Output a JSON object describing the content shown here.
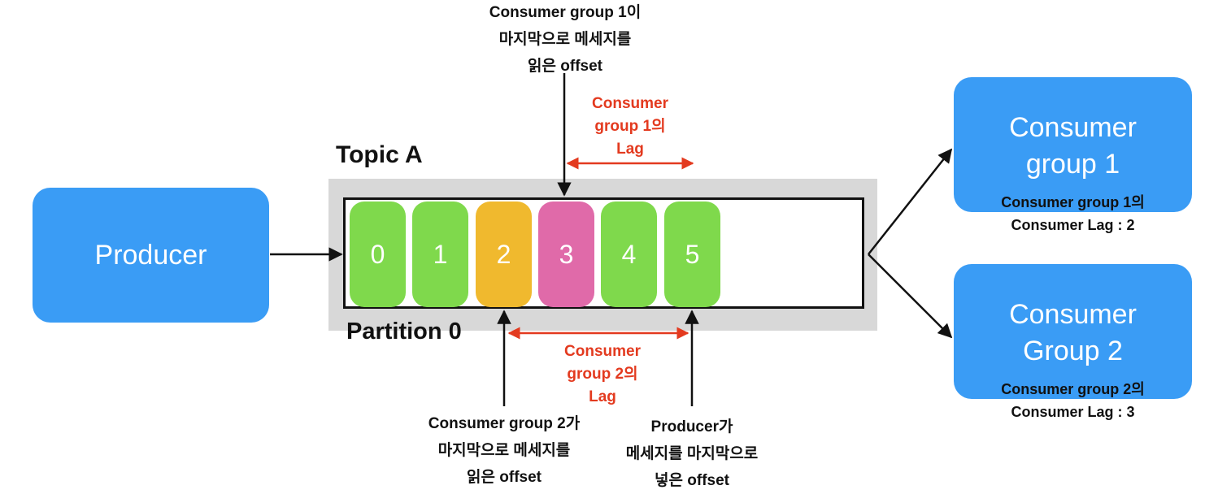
{
  "topic": {
    "label": "Topic A"
  },
  "partition": {
    "label": "Partition 0"
  },
  "producer": {
    "label": "Producer"
  },
  "messages": [
    {
      "offset": "0",
      "color": "#7fd94c"
    },
    {
      "offset": "1",
      "color": "#7fd94c"
    },
    {
      "offset": "2",
      "color": "#f0b92e"
    },
    {
      "offset": "3",
      "color": "#e06aa9"
    },
    {
      "offset": "4",
      "color": "#7fd94c"
    },
    {
      "offset": "5",
      "color": "#7fd94c"
    }
  ],
  "consumer_groups": [
    {
      "title": "Consumer\ngroup 1",
      "lag_text": "Consumer group 1의\nConsumer Lag : 2"
    },
    {
      "title": "Consumer\nGroup 2",
      "lag_text": "Consumer group 2의\nConsumer Lag : 3"
    }
  ],
  "annotations": {
    "cg1_offset": "Consumer group 1이\n마지막으로 메세지를\n읽은 offset",
    "cg2_offset": "Consumer group 2가\n마지막으로 메세지를\n읽은 offset",
    "producer_offset": "Producer가\n메세지를 마지막으로\n넣은 offset",
    "cg1_lag": "Consumer\ngroup 1의\nLag",
    "cg2_lag": "Consumer\ngroup 2의\nLag"
  },
  "colors": {
    "box_blue": "#3a9cf5",
    "lag_red": "#e33a1f",
    "topic_gray": "#d8d8d8"
  }
}
